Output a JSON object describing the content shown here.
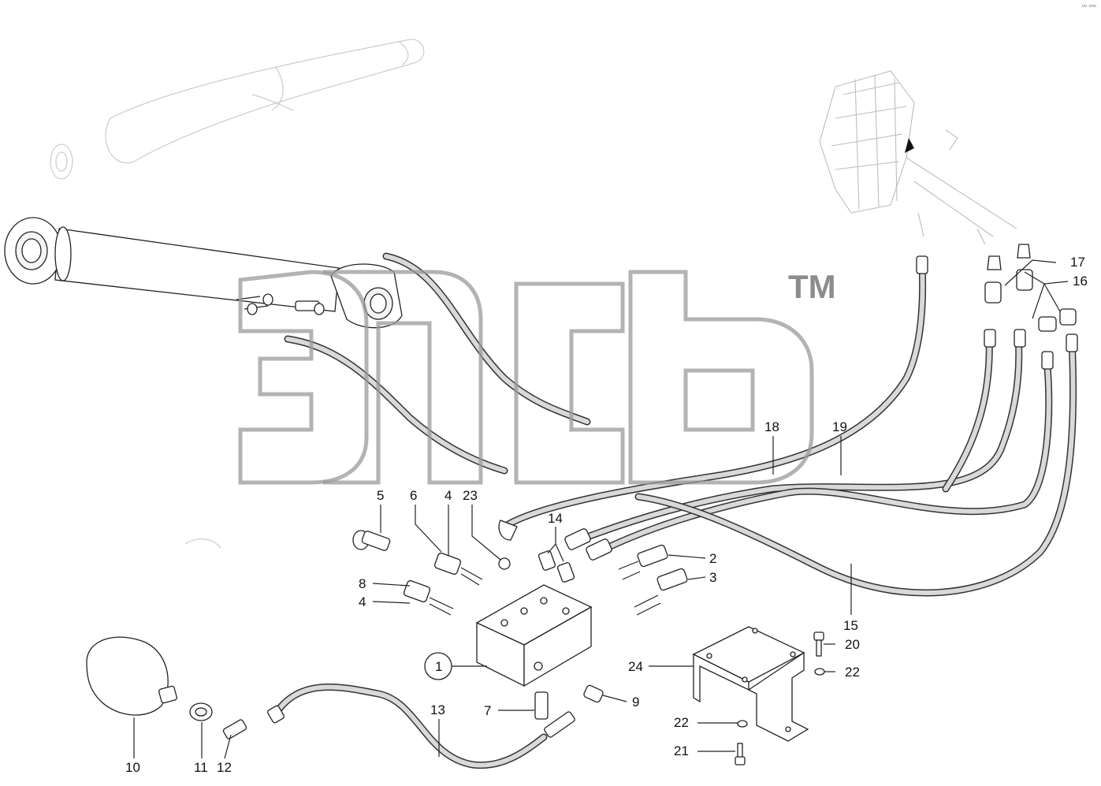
{
  "watermark": {
    "text": "ЭПСБ",
    "trademark": "TM"
  },
  "corner_mark": "▫▫ ▫▫▫",
  "callouts": [
    {
      "id": "c1",
      "text": "1",
      "circled": true
    },
    {
      "id": "c2",
      "text": "2"
    },
    {
      "id": "c3",
      "text": "3"
    },
    {
      "id": "c4a",
      "text": "4"
    },
    {
      "id": "c4b",
      "text": "4"
    },
    {
      "id": "c5",
      "text": "5"
    },
    {
      "id": "c6",
      "text": "6"
    },
    {
      "id": "c7",
      "text": "7"
    },
    {
      "id": "c8",
      "text": "8"
    },
    {
      "id": "c9",
      "text": "9"
    },
    {
      "id": "c10",
      "text": "10"
    },
    {
      "id": "c11",
      "text": "11"
    },
    {
      "id": "c12",
      "text": "12"
    },
    {
      "id": "c13",
      "text": "13"
    },
    {
      "id": "c14",
      "text": "14"
    },
    {
      "id": "c15",
      "text": "15"
    },
    {
      "id": "c16",
      "text": "16"
    },
    {
      "id": "c17",
      "text": "17"
    },
    {
      "id": "c18",
      "text": "18"
    },
    {
      "id": "c19",
      "text": "19"
    },
    {
      "id": "c20",
      "text": "20"
    },
    {
      "id": "c21",
      "text": "21"
    },
    {
      "id": "c22a",
      "text": "22"
    },
    {
      "id": "c22b",
      "text": "22"
    },
    {
      "id": "c23",
      "text": "23"
    },
    {
      "id": "c24",
      "text": "24"
    }
  ]
}
